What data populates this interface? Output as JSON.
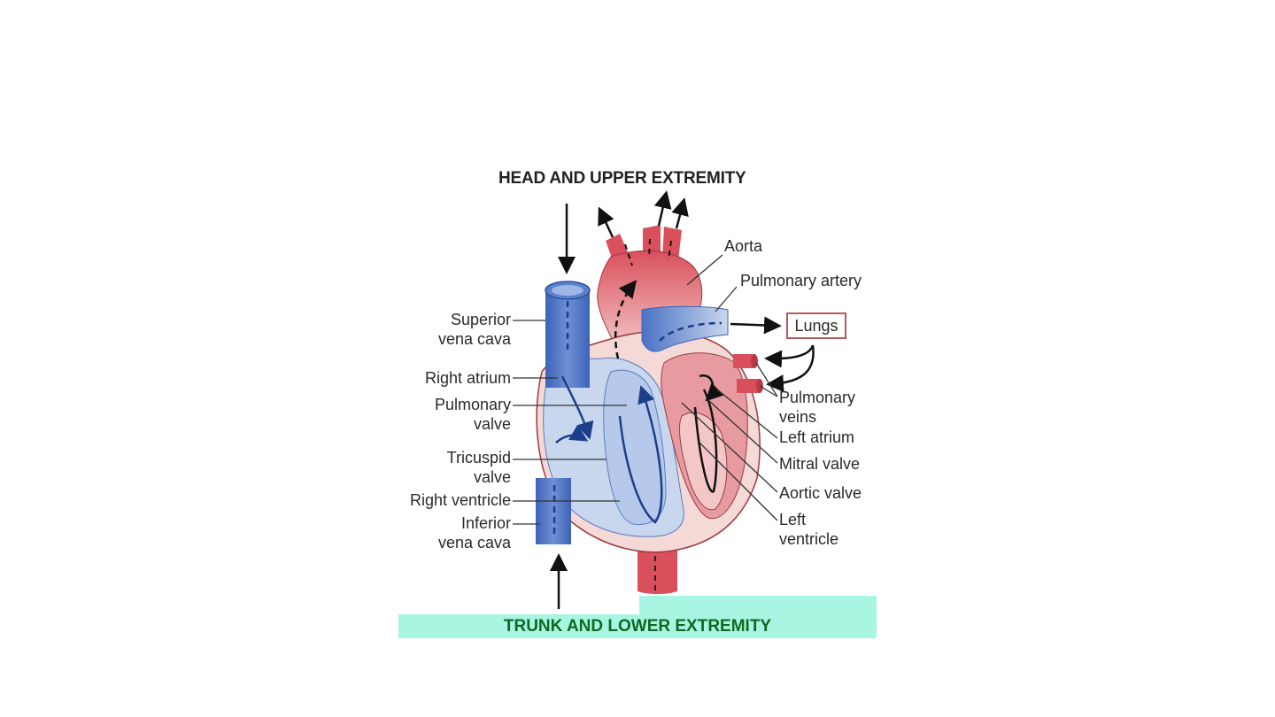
{
  "diagram": {
    "title_top": "HEAD AND UPPER EXTREMITY",
    "title_bottom": "TRUNK AND LOWER EXTREMITY",
    "lungs": "Lungs",
    "labels_left": {
      "superior_vena_cava_1": "Superior",
      "superior_vena_cava_2": "vena cava",
      "right_atrium": "Right atrium",
      "pulmonary_valve_1": "Pulmonary",
      "pulmonary_valve_2": "valve",
      "tricuspid_valve_1": "Tricuspid",
      "tricuspid_valve_2": "valve",
      "right_ventricle": "Right ventricle",
      "inferior_vena_cava_1": "Inferior",
      "inferior_vena_cava_2": "vena cava"
    },
    "labels_right": {
      "aorta": "Aorta",
      "pulmonary_artery": "Pulmonary artery",
      "pulmonary_veins_1": "Pulmonary",
      "pulmonary_veins_2": "veins",
      "left_atrium": "Left atrium",
      "mitral_valve": "Mitral valve",
      "aortic_valve": "Aortic valve",
      "left_ventricle_1": "Left",
      "left_ventricle_2": "ventricle"
    },
    "colors": {
      "oxygenated": "#d9505c",
      "deoxygenated": "#4a72c4",
      "footer_band": "#a8f5e1",
      "footer_text": "#0c6a22"
    }
  }
}
